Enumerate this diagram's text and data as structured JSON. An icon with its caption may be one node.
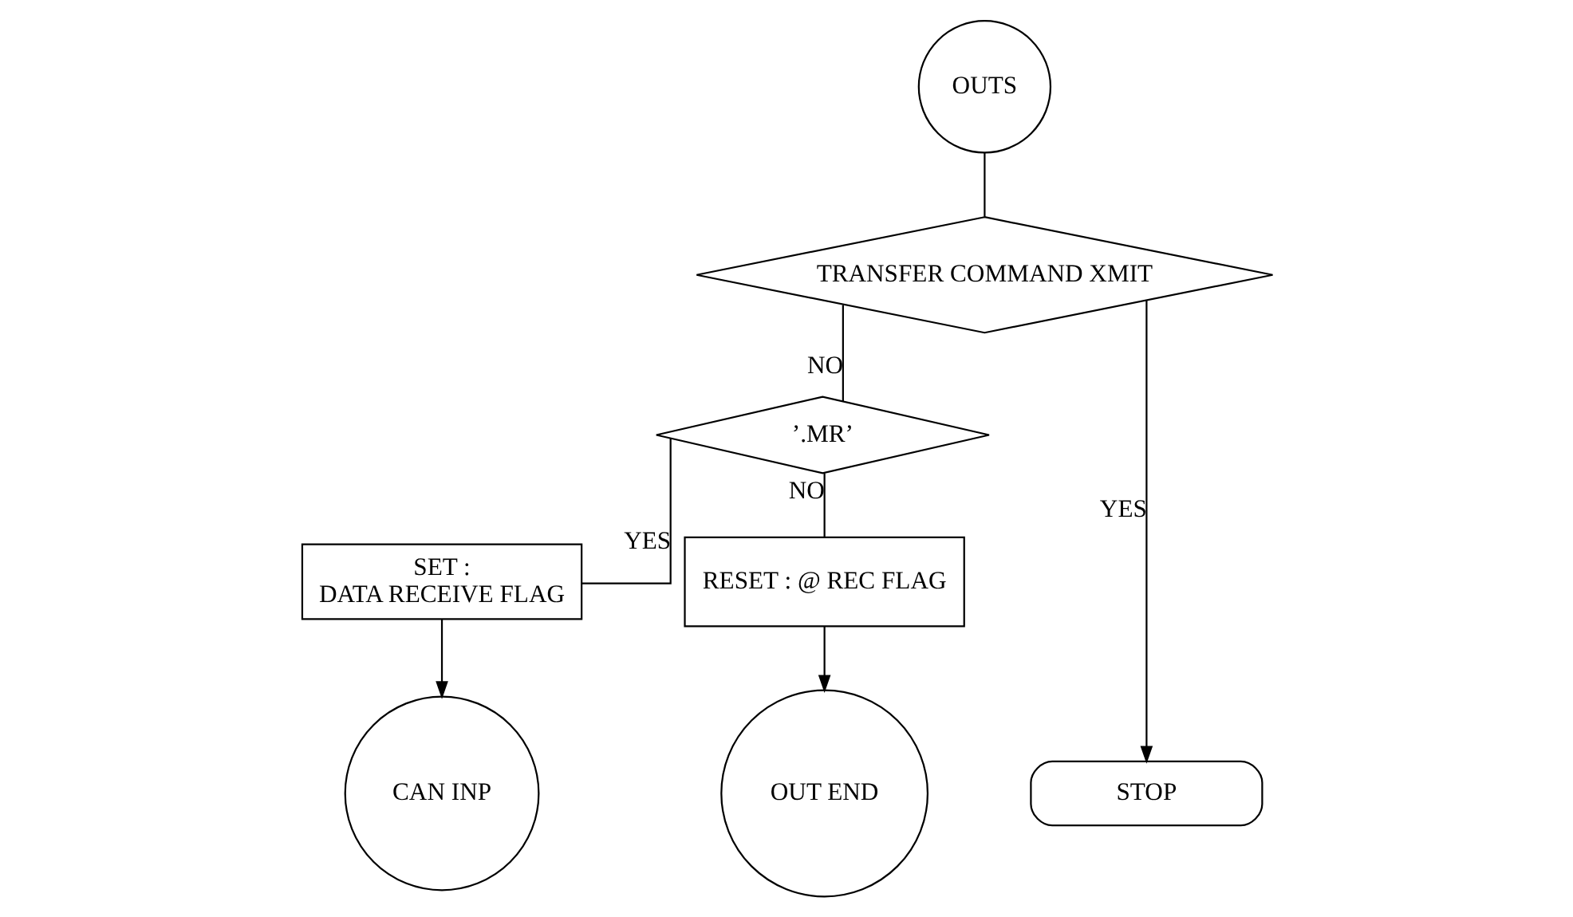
{
  "diagram": {
    "nodes": [
      {
        "text": [
          "OUTS"
        ]
      },
      {
        "text": [
          "TRANSFER COMMAND XMIT"
        ]
      },
      {
        "text": [
          "’.MR’"
        ]
      },
      {
        "text": [
          "SET :",
          "DATA RECEIVE FLAG"
        ]
      },
      {
        "text": [
          "RESET : @ REC FLAG"
        ]
      },
      {
        "text": [
          "CAN INP"
        ]
      },
      {
        "text": [
          "OUT END"
        ]
      },
      {
        "text": [
          "STOP"
        ]
      }
    ],
    "edges": [
      {
        "from": 0,
        "to": 1,
        "arrow": "none"
      },
      {
        "from": 1,
        "to": 7,
        "arrow": "to",
        "label": "YES"
      },
      {
        "from": 1,
        "to": 2,
        "arrow": "none",
        "label": "NO"
      },
      {
        "from": 2,
        "to": 3,
        "arrow": "none",
        "label": "YES"
      },
      {
        "from": 2,
        "to": 4,
        "arrow": "none",
        "label": "NO"
      },
      {
        "from": 3,
        "to": 5,
        "arrow": "to"
      },
      {
        "from": 4,
        "to": 6,
        "arrow": "to"
      }
    ]
  }
}
